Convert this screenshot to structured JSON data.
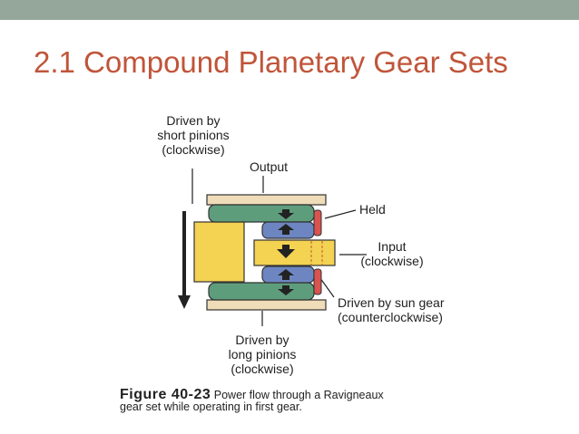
{
  "slide": {
    "title": "2.1 Compound Planetary Gear Sets",
    "band_color": "#95a79a",
    "title_color": "#c0553a"
  },
  "diagram": {
    "labels": {
      "driven_short": [
        "Driven by",
        "short pinions",
        "(clockwise)"
      ],
      "output": "Output",
      "held": "Held",
      "input": [
        "Input",
        "(clockwise)"
      ],
      "driven_sun": [
        "Driven by sun gear",
        "(counterclockwise)"
      ],
      "driven_long": [
        "Driven by",
        "long pinions",
        "(clockwise)"
      ]
    },
    "colors": {
      "ring": "#efdcb8",
      "long_pinion": "#5e9d7c",
      "short_pinion": "#6d86c2",
      "input_shaft": "#f4d252",
      "held_band": "#d9534f"
    }
  },
  "caption": {
    "figure": "Figure 40-23",
    "line1": "Power flow through a Ravigneaux",
    "line2": "gear set while operating in first gear."
  }
}
